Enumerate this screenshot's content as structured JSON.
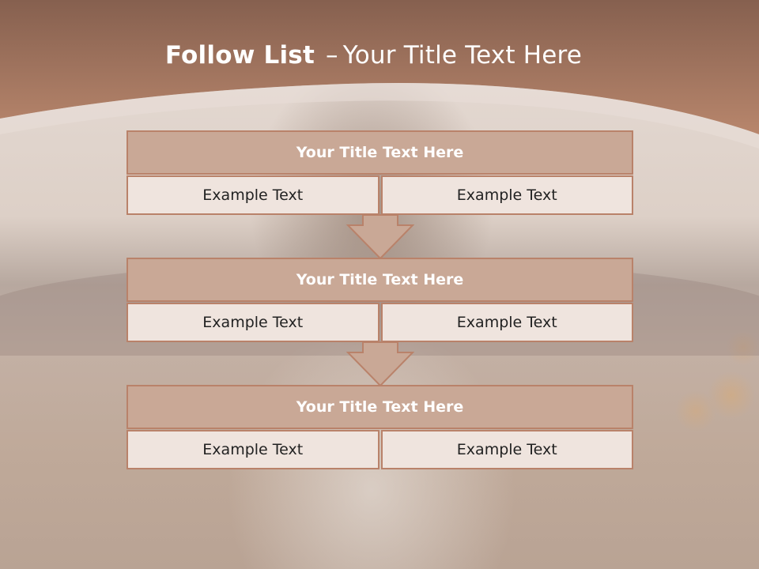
{
  "slide": {
    "title_bold": "Follow List",
    "title_dash": "–",
    "title_rest": "Your Title Text Here"
  },
  "blocks": [
    {
      "title": "Your Title Text Here",
      "cells": [
        "Example Text",
        "Example Text"
      ]
    },
    {
      "title": "Your Title Text Here",
      "cells": [
        "Example Text",
        "Example Text"
      ]
    },
    {
      "title": "Your Title Text Here",
      "cells": [
        "Example Text",
        "Example Text"
      ]
    }
  ],
  "colors": {
    "header_brown": "#9a6a52",
    "accent_border": "#b9826a",
    "title_fill": "#c9a896",
    "cell_fill": "#efe4de"
  }
}
